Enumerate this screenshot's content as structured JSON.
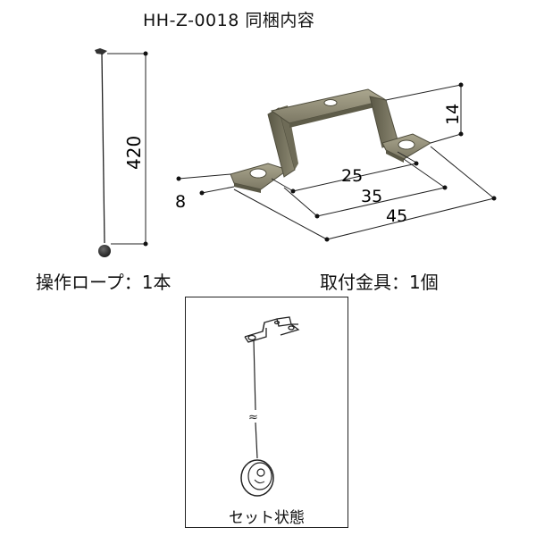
{
  "title": "HH-Z-0018 同梱内容",
  "rope": {
    "caption": "操作ロープ：1本",
    "length_label": "420"
  },
  "bracket": {
    "caption": "取付金具：1個",
    "dim_height": "14",
    "dim_thickness": "8",
    "dim_inner": "25",
    "dim_middle": "35",
    "dim_outer": "45"
  },
  "set_view": {
    "label": "セット状態"
  },
  "colors": {
    "metal": "#8a8670",
    "metal_dark": "#4e4c3c",
    "metal_light": "#b7b39c",
    "line": "#222222"
  }
}
